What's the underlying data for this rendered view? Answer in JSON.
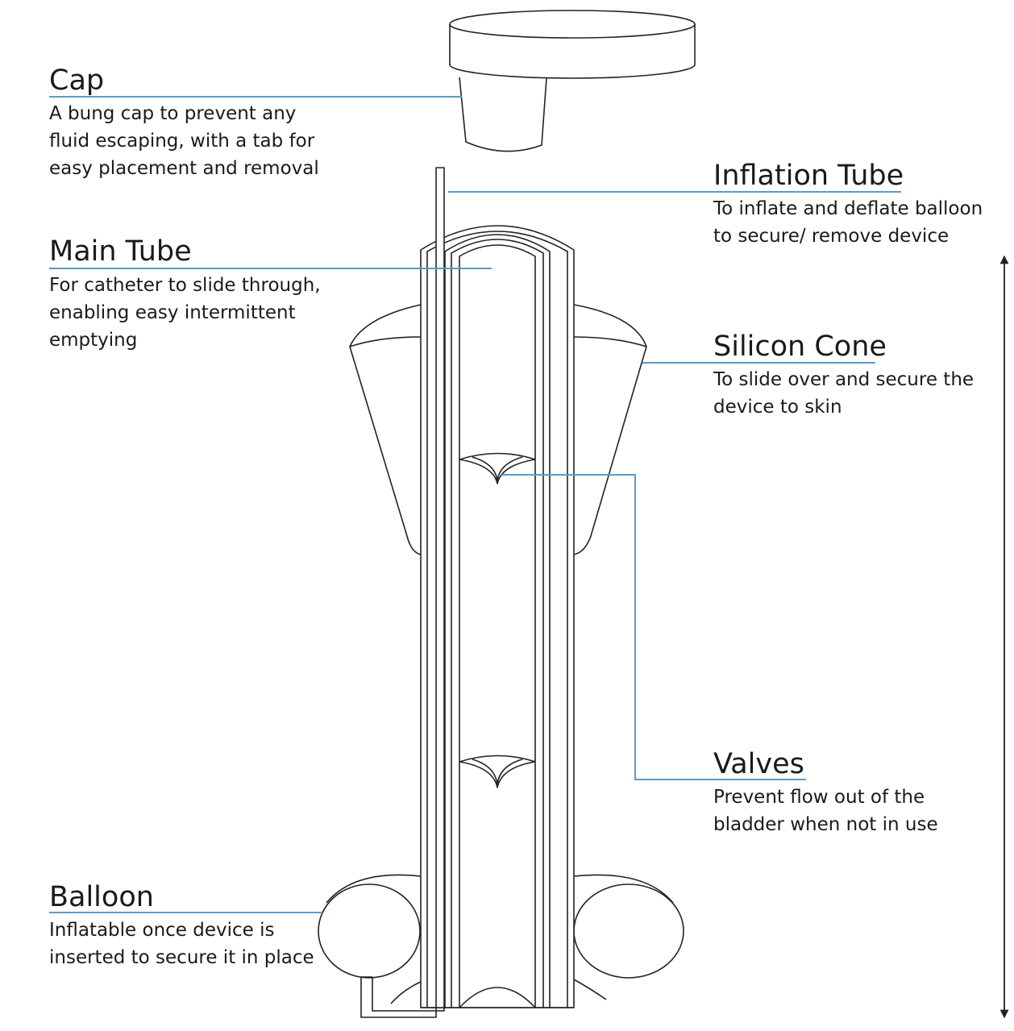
{
  "labels": {
    "cap": {
      "title": "Cap",
      "description": "A bung cap to prevent any\nfluid escaping, with a tab for\neasy placement and removal"
    },
    "main_tube": {
      "title": "Main Tube",
      "description": "For catheter to slide through,\nenabling easy intermittent\nemptying"
    },
    "balloon": {
      "title": "Balloon",
      "description": "Inflatable once device is\ninserted to secure it in place"
    },
    "inflation_tube": {
      "title": "Inflation Tube",
      "description": "To inflate and deflate balloon\nto secure/ remove device"
    },
    "silicon_cone": {
      "title": "Silicon Cone",
      "description": "To slide over and secure the\ndevice to skin"
    },
    "valves": {
      "title": "Valves",
      "description": "Prevent flow out of the\nbladder when not in use"
    }
  },
  "colors": {
    "leader_line": "#5b9bc9",
    "outline": "#222222",
    "text": "#1a1a1a"
  }
}
